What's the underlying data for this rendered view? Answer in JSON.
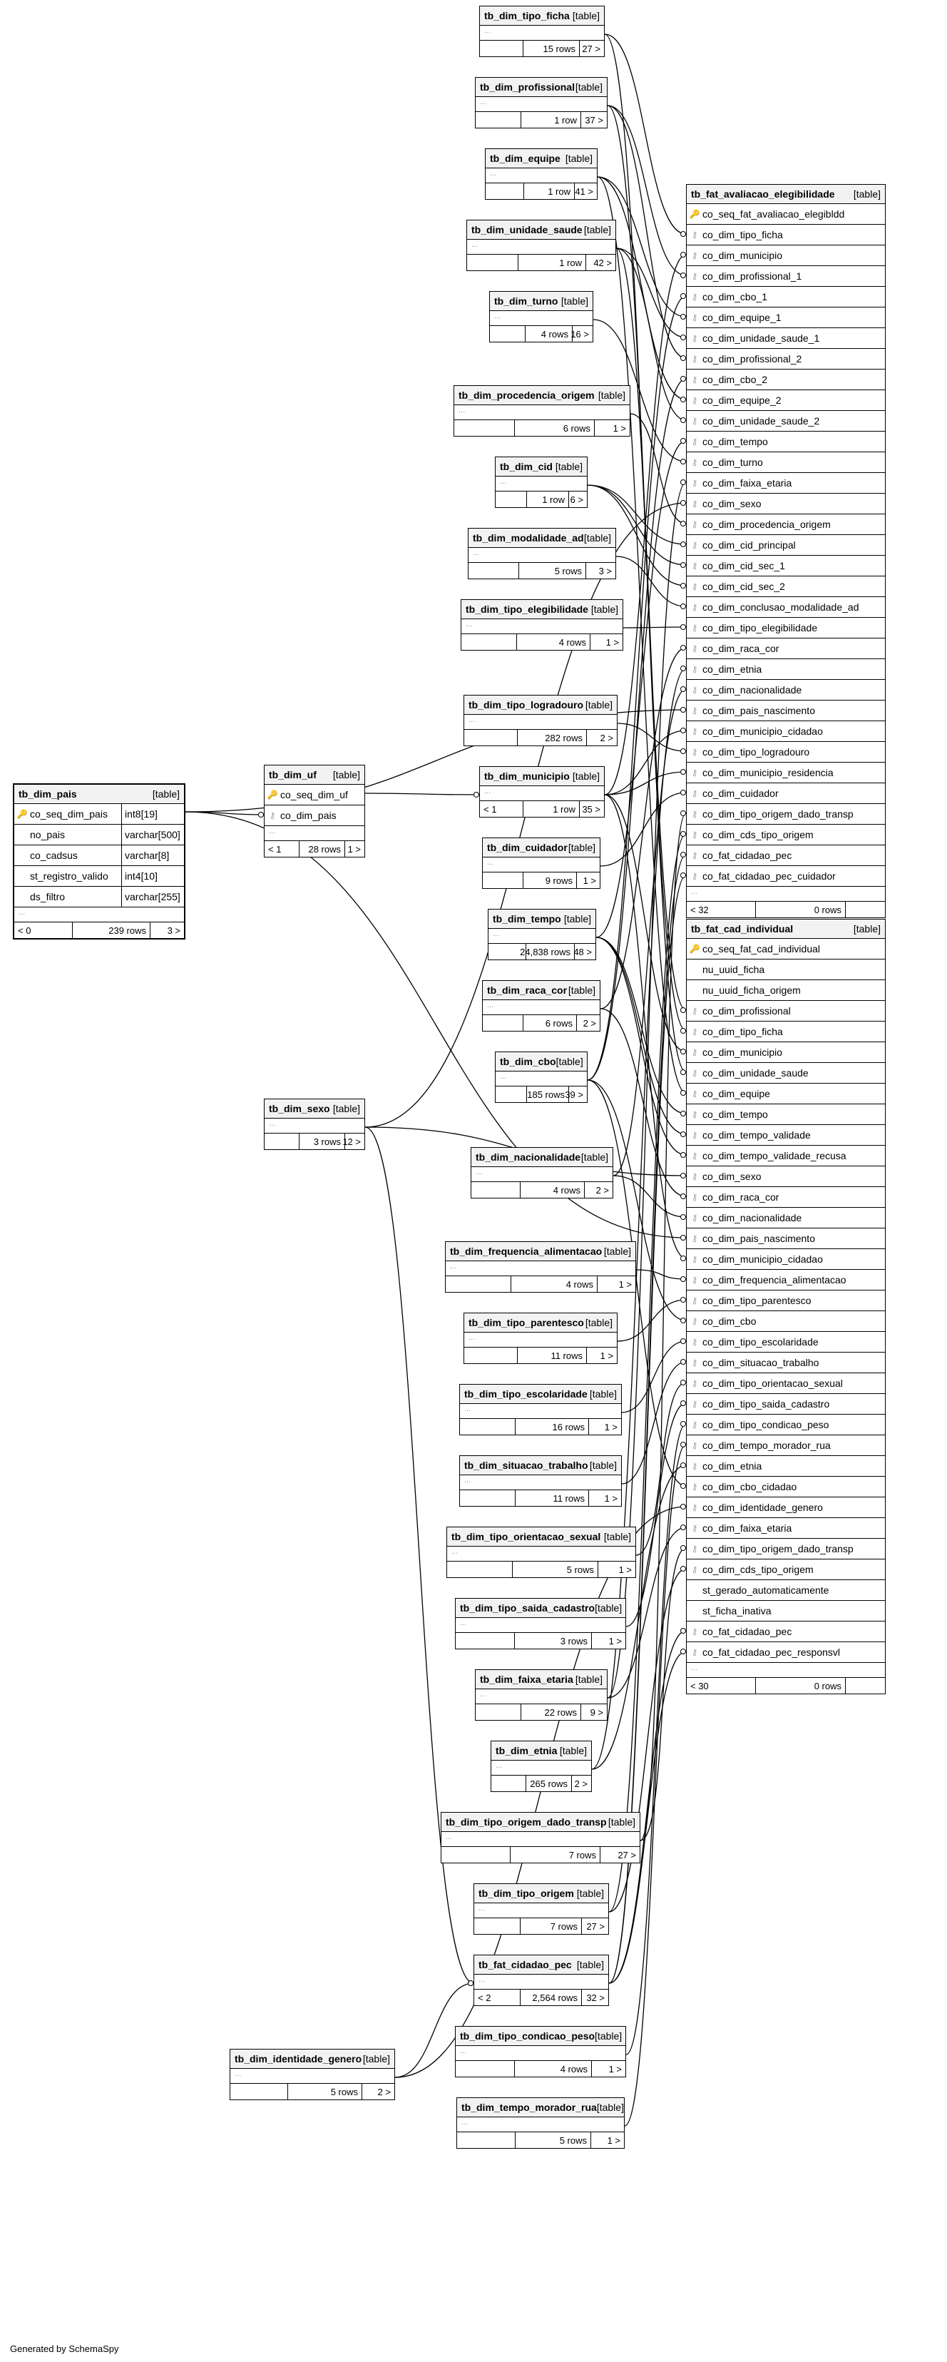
{
  "footer_text": "Generated by SchemaSpy",
  "tag_text": "[table]",
  "ellipsis": "...",
  "tables": {
    "tb_dim_pais": {
      "name": "tb_dim_pais",
      "columns": [
        {
          "name": "co_seq_dim_pais",
          "type": "int8[19]",
          "key": "pk"
        },
        {
          "name": "no_pais",
          "type": "varchar[500]",
          "key": ""
        },
        {
          "name": "co_cadsus",
          "type": "varchar[8]",
          "key": ""
        },
        {
          "name": "st_registro_valido",
          "type": "int4[10]",
          "key": ""
        },
        {
          "name": "ds_filtro",
          "type": "varchar[255]",
          "key": ""
        }
      ],
      "parents": "< 0",
      "rows": "239 rows",
      "children": "3 >"
    },
    "tb_dim_uf": {
      "name": "tb_dim_uf",
      "columns": [
        {
          "name": "co_seq_dim_uf",
          "key": "pk"
        },
        {
          "name": "co_dim_pais",
          "key": "fk"
        }
      ],
      "parents": "< 1",
      "rows": "28 rows",
      "children": "1 >"
    },
    "tb_dim_sexo": {
      "name": "tb_dim_sexo",
      "rows": "3 rows",
      "children": "12 >"
    },
    "tb_dim_identidade_genero": {
      "name": "tb_dim_identidade_genero",
      "rows": "5 rows",
      "children": "2 >"
    },
    "tb_dim_tipo_ficha": {
      "name": "tb_dim_tipo_ficha",
      "rows": "15 rows",
      "children": "27 >"
    },
    "tb_dim_profissional": {
      "name": "tb_dim_profissional",
      "rows": "1 row",
      "children": "37 >"
    },
    "tb_dim_equipe": {
      "name": "tb_dim_equipe",
      "rows": "1 row",
      "children": "41 >"
    },
    "tb_dim_unidade_saude": {
      "name": "tb_dim_unidade_saude",
      "rows": "1 row",
      "children": "42 >"
    },
    "tb_dim_turno": {
      "name": "tb_dim_turno",
      "rows": "4 rows",
      "children": "16 >"
    },
    "tb_dim_procedencia_origem": {
      "name": "tb_dim_procedencia_origem",
      "rows": "6 rows",
      "children": "1 >"
    },
    "tb_dim_cid": {
      "name": "tb_dim_cid",
      "rows": "1 row",
      "children": "6 >"
    },
    "tb_dim_modalidade_ad": {
      "name": "tb_dim_modalidade_ad",
      "rows": "5 rows",
      "children": "3 >"
    },
    "tb_dim_tipo_elegibilidade": {
      "name": "tb_dim_tipo_elegibilidade",
      "rows": "4 rows",
      "children": "1 >"
    },
    "tb_dim_tipo_logradouro": {
      "name": "tb_dim_tipo_logradouro",
      "rows": "282 rows",
      "children": "2 >"
    },
    "tb_dim_municipio": {
      "name": "tb_dim_municipio",
      "parents": "< 1",
      "rows": "1 row",
      "children": "35 >"
    },
    "tb_dim_cuidador": {
      "name": "tb_dim_cuidador",
      "rows": "9 rows",
      "children": "1 >"
    },
    "tb_dim_tempo": {
      "name": "tb_dim_tempo",
      "rows": "24,838 rows",
      "children": "48 >"
    },
    "tb_dim_raca_cor": {
      "name": "tb_dim_raca_cor",
      "rows": "6 rows",
      "children": "2 >"
    },
    "tb_dim_cbo": {
      "name": "tb_dim_cbo",
      "rows": "185 rows",
      "children": "39 >"
    },
    "tb_dim_nacionalidade": {
      "name": "tb_dim_nacionalidade",
      "rows": "4 rows",
      "children": "2 >"
    },
    "tb_dim_frequencia_alimentacao": {
      "name": "tb_dim_frequencia_alimentacao",
      "rows": "4 rows",
      "children": "1 >"
    },
    "tb_dim_tipo_parentesco": {
      "name": "tb_dim_tipo_parentesco",
      "rows": "11 rows",
      "children": "1 >"
    },
    "tb_dim_tipo_escolaridade": {
      "name": "tb_dim_tipo_escolaridade",
      "rows": "16 rows",
      "children": "1 >"
    },
    "tb_dim_situacao_trabalho": {
      "name": "tb_dim_situacao_trabalho",
      "rows": "11 rows",
      "children": "1 >"
    },
    "tb_dim_tipo_orientacao_sexual": {
      "name": "tb_dim_tipo_orientacao_sexual",
      "rows": "5 rows",
      "children": "1 >"
    },
    "tb_dim_tipo_saida_cadastro": {
      "name": "tb_dim_tipo_saida_cadastro",
      "rows": "3 rows",
      "children": "1 >"
    },
    "tb_dim_faixa_etaria": {
      "name": "tb_dim_faixa_etaria",
      "rows": "22 rows",
      "children": "9 >"
    },
    "tb_dim_etnia": {
      "name": "tb_dim_etnia",
      "rows": "265 rows",
      "children": "2 >"
    },
    "tb_dim_tipo_origem_dado_transp": {
      "name": "tb_dim_tipo_origem_dado_transp",
      "rows": "7 rows",
      "children": "27 >"
    },
    "tb_dim_tipo_origem": {
      "name": "tb_dim_tipo_origem",
      "rows": "7 rows",
      "children": "27 >"
    },
    "tb_fat_cidadao_pec": {
      "name": "tb_fat_cidadao_pec",
      "parents": "< 2",
      "rows": "2,564 rows",
      "children": "32 >"
    },
    "tb_dim_tipo_condicao_peso": {
      "name": "tb_dim_tipo_condicao_peso",
      "rows": "4 rows",
      "children": "1 >"
    },
    "tb_dim_tempo_morador_rua": {
      "name": "tb_dim_tempo_morador_rua",
      "rows": "5 rows",
      "children": "1 >"
    },
    "tb_fat_avaliacao_elegibilidade": {
      "name": "tb_fat_avaliacao_elegibilidade",
      "columns": [
        {
          "name": "co_seq_fat_avaliacao_elegibldd",
          "key": "pk"
        },
        {
          "name": "co_dim_tipo_ficha",
          "key": "fk"
        },
        {
          "name": "co_dim_municipio",
          "key": "fk"
        },
        {
          "name": "co_dim_profissional_1",
          "key": "fk"
        },
        {
          "name": "co_dim_cbo_1",
          "key": "fk"
        },
        {
          "name": "co_dim_equipe_1",
          "key": "fk"
        },
        {
          "name": "co_dim_unidade_saude_1",
          "key": "fk"
        },
        {
          "name": "co_dim_profissional_2",
          "key": "fk"
        },
        {
          "name": "co_dim_cbo_2",
          "key": "fk"
        },
        {
          "name": "co_dim_equipe_2",
          "key": "fk"
        },
        {
          "name": "co_dim_unidade_saude_2",
          "key": "fk"
        },
        {
          "name": "co_dim_tempo",
          "key": "fk"
        },
        {
          "name": "co_dim_turno",
          "key": "fk"
        },
        {
          "name": "co_dim_faixa_etaria",
          "key": "fk"
        },
        {
          "name": "co_dim_sexo",
          "key": "fk"
        },
        {
          "name": "co_dim_procedencia_origem",
          "key": "fk"
        },
        {
          "name": "co_dim_cid_principal",
          "key": "fk"
        },
        {
          "name": "co_dim_cid_sec_1",
          "key": "fk"
        },
        {
          "name": "co_dim_cid_sec_2",
          "key": "fk"
        },
        {
          "name": "co_dim_conclusao_modalidade_ad",
          "key": "fk"
        },
        {
          "name": "co_dim_tipo_elegibilidade",
          "key": "fk"
        },
        {
          "name": "co_dim_raca_cor",
          "key": "fk"
        },
        {
          "name": "co_dim_etnia",
          "key": "fk"
        },
        {
          "name": "co_dim_nacionalidade",
          "key": "fk"
        },
        {
          "name": "co_dim_pais_nascimento",
          "key": "fk"
        },
        {
          "name": "co_dim_municipio_cidadao",
          "key": "fk"
        },
        {
          "name": "co_dim_tipo_logradouro",
          "key": "fk"
        },
        {
          "name": "co_dim_municipio_residencia",
          "key": "fk"
        },
        {
          "name": "co_dim_cuidador",
          "key": "fk"
        },
        {
          "name": "co_dim_tipo_origem_dado_transp",
          "key": "fk"
        },
        {
          "name": "co_dim_cds_tipo_origem",
          "key": "fk"
        },
        {
          "name": "co_fat_cidadao_pec",
          "key": "fk"
        },
        {
          "name": "co_fat_cidadao_pec_cuidador",
          "key": "fk"
        }
      ],
      "parents": "< 32",
      "rows": "0 rows",
      "children": ""
    },
    "tb_fat_cad_individual": {
      "name": "tb_fat_cad_individual",
      "columns": [
        {
          "name": "co_seq_fat_cad_individual",
          "key": "pk"
        },
        {
          "name": "nu_uuid_ficha",
          "key": ""
        },
        {
          "name": "nu_uuid_ficha_origem",
          "key": ""
        },
        {
          "name": "co_dim_profissional",
          "key": "fk"
        },
        {
          "name": "co_dim_tipo_ficha",
          "key": "fk"
        },
        {
          "name": "co_dim_municipio",
          "key": "fk"
        },
        {
          "name": "co_dim_unidade_saude",
          "key": "fk"
        },
        {
          "name": "co_dim_equipe",
          "key": "fk"
        },
        {
          "name": "co_dim_tempo",
          "key": "fk"
        },
        {
          "name": "co_dim_tempo_validade",
          "key": "fk"
        },
        {
          "name": "co_dim_tempo_validade_recusa",
          "key": "fk"
        },
        {
          "name": "co_dim_sexo",
          "key": "fk"
        },
        {
          "name": "co_dim_raca_cor",
          "key": "fk"
        },
        {
          "name": "co_dim_nacionalidade",
          "key": "fk"
        },
        {
          "name": "co_dim_pais_nascimento",
          "key": "fk"
        },
        {
          "name": "co_dim_municipio_cidadao",
          "key": "fk"
        },
        {
          "name": "co_dim_frequencia_alimentacao",
          "key": "fk"
        },
        {
          "name": "co_dim_tipo_parentesco",
          "key": "fk"
        },
        {
          "name": "co_dim_cbo",
          "key": "fk"
        },
        {
          "name": "co_dim_tipo_escolaridade",
          "key": "fk"
        },
        {
          "name": "co_dim_situacao_trabalho",
          "key": "fk"
        },
        {
          "name": "co_dim_tipo_orientacao_sexual",
          "key": "fk"
        },
        {
          "name": "co_dim_tipo_saida_cadastro",
          "key": "fk"
        },
        {
          "name": "co_dim_tipo_condicao_peso",
          "key": "fk"
        },
        {
          "name": "co_dim_tempo_morador_rua",
          "key": "fk"
        },
        {
          "name": "co_dim_etnia",
          "key": "fk"
        },
        {
          "name": "co_dim_cbo_cidadao",
          "key": "fk"
        },
        {
          "name": "co_dim_identidade_genero",
          "key": "fk"
        },
        {
          "name": "co_dim_faixa_etaria",
          "key": "fk"
        },
        {
          "name": "co_dim_tipo_origem_dado_transp",
          "key": "fk"
        },
        {
          "name": "co_dim_cds_tipo_origem",
          "key": "fk"
        },
        {
          "name": "st_gerado_automaticamente",
          "key": ""
        },
        {
          "name": "st_ficha_inativa",
          "key": ""
        },
        {
          "name": "co_fat_cidadao_pec",
          "key": "fk"
        },
        {
          "name": "co_fat_cidadao_pec_responsvl",
          "key": "fk"
        }
      ],
      "parents": "< 30",
      "rows": "0 rows",
      "children": ""
    }
  }
}
